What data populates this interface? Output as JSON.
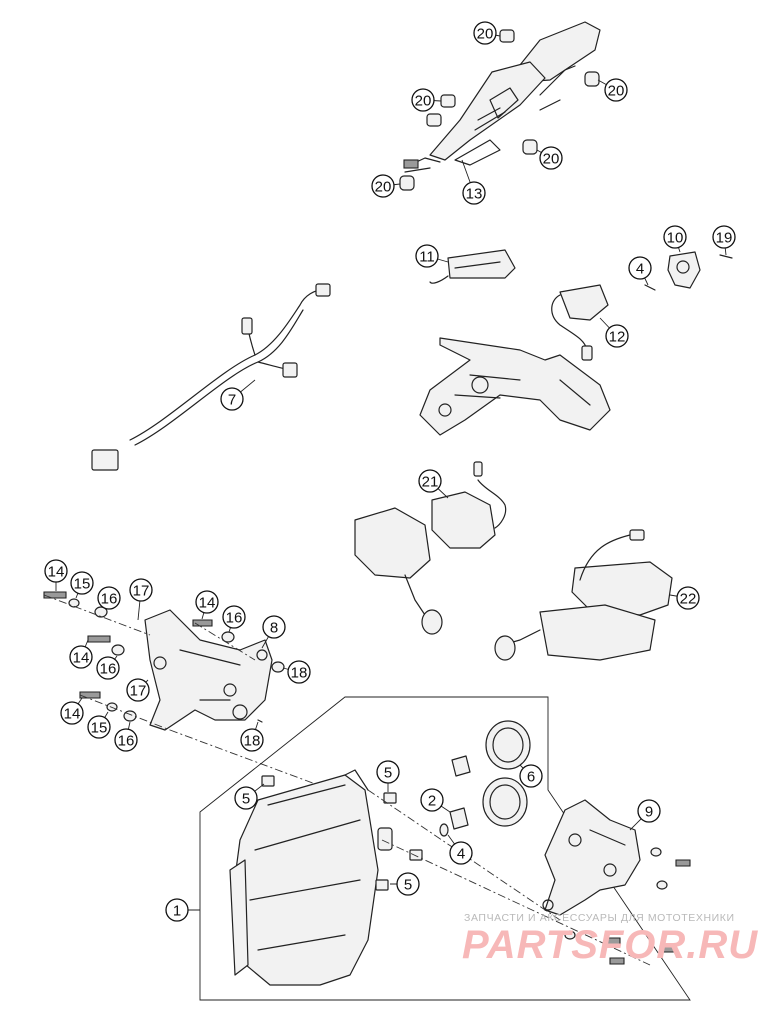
{
  "diagram": {
    "callouts": [
      {
        "id": "c20a",
        "label": "20"
      },
      {
        "id": "c20b",
        "label": "20"
      },
      {
        "id": "c20c",
        "label": "20"
      },
      {
        "id": "c20d",
        "label": "20"
      },
      {
        "id": "c20e",
        "label": "20"
      },
      {
        "id": "c13",
        "label": "13"
      },
      {
        "id": "c11",
        "label": "11"
      },
      {
        "id": "c10",
        "label": "10"
      },
      {
        "id": "c19",
        "label": "19"
      },
      {
        "id": "c4a",
        "label": "4"
      },
      {
        "id": "c12",
        "label": "12"
      },
      {
        "id": "c7",
        "label": "7"
      },
      {
        "id": "c21",
        "label": "21"
      },
      {
        "id": "c22",
        "label": "22"
      },
      {
        "id": "c14a",
        "label": "14"
      },
      {
        "id": "c15a",
        "label": "15"
      },
      {
        "id": "c16a",
        "label": "16"
      },
      {
        "id": "c17a",
        "label": "17"
      },
      {
        "id": "c14b",
        "label": "14"
      },
      {
        "id": "c16b",
        "label": "16"
      },
      {
        "id": "c8",
        "label": "8"
      },
      {
        "id": "c14c",
        "label": "14"
      },
      {
        "id": "c16c",
        "label": "16"
      },
      {
        "id": "c18a",
        "label": "18"
      },
      {
        "id": "c17b",
        "label": "17"
      },
      {
        "id": "c14d",
        "label": "14"
      },
      {
        "id": "c15b",
        "label": "15"
      },
      {
        "id": "c16d",
        "label": "16"
      },
      {
        "id": "c18b",
        "label": "18"
      },
      {
        "id": "c5a",
        "label": "5"
      },
      {
        "id": "c5b",
        "label": "5"
      },
      {
        "id": "c2",
        "label": "2"
      },
      {
        "id": "c6",
        "label": "6"
      },
      {
        "id": "c4b",
        "label": "4"
      },
      {
        "id": "c5c",
        "label": "5"
      },
      {
        "id": "c9",
        "label": "9"
      },
      {
        "id": "c1",
        "label": "1"
      }
    ]
  },
  "watermark": {
    "tagline": "ЗАПЧАСТИ И АКСЕССУАРЫ ДЛЯ МОТОТЕХНИКИ",
    "brand": "PARTSFOR.RU"
  }
}
